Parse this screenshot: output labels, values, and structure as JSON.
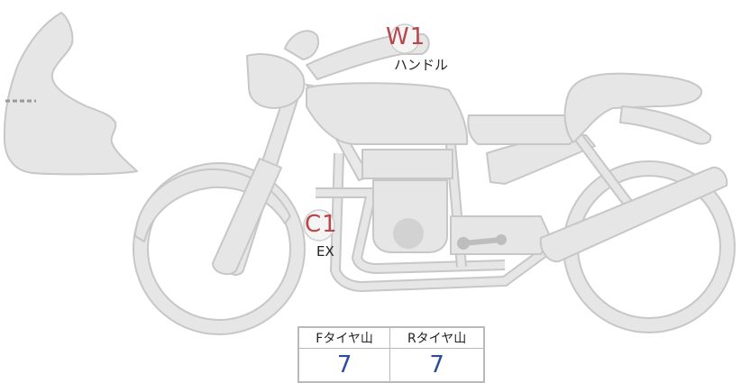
{
  "markers": [
    {
      "code": "W1",
      "label": "ハンドル",
      "color": "#b5484a"
    },
    {
      "code": "C1",
      "label": "EX",
      "color": "#b5484a"
    }
  ],
  "tread_table": {
    "headers": [
      "Fタイヤ山",
      "Rタイヤ山"
    ],
    "values": [
      "7",
      "7"
    ],
    "value_color": "#2c4d9b"
  },
  "colors": {
    "part_fill": "#e6e6e6",
    "part_stroke": "#c7c7c7"
  }
}
